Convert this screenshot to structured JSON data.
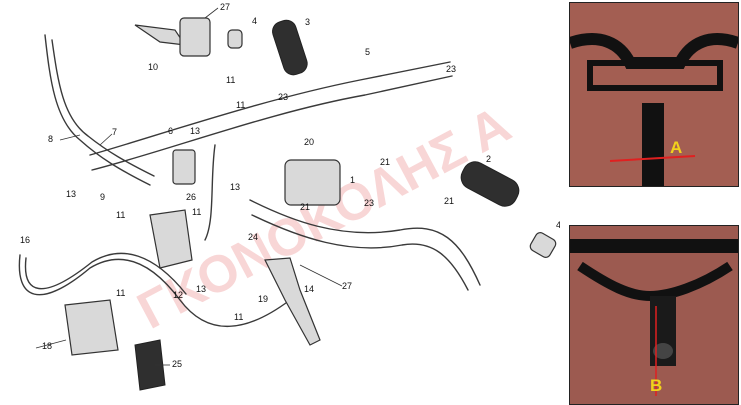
{
  "diagram": {
    "part_numbers": [
      "27",
      "4",
      "3",
      "10",
      "11",
      "11",
      "5",
      "23",
      "23",
      "13",
      "8",
      "7",
      "6",
      "20",
      "21",
      "21",
      "2",
      "1",
      "26",
      "13",
      "9",
      "11",
      "13",
      "24",
      "21",
      "23",
      "4",
      "16",
      "11",
      "11",
      "12",
      "13",
      "19",
      "14",
      "27",
      "11",
      "18",
      "25"
    ],
    "watermark": "ΓΚΟΝΟΚΟΛΗΣ Α"
  },
  "photos": {
    "top_label": "A",
    "bottom_label": "B"
  },
  "colors": {
    "watermark": "#f3b5b5",
    "photo_bg": "#a35e52",
    "cut_line": "#e02020",
    "label": "#f2d21b"
  }
}
